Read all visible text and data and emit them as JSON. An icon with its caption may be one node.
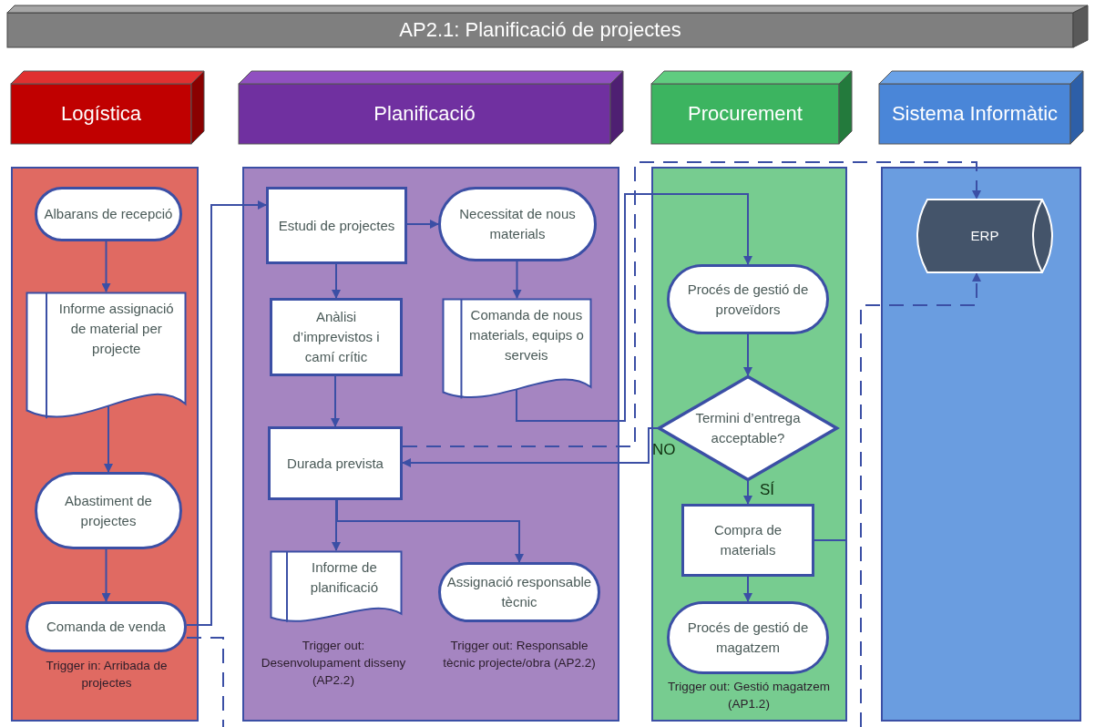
{
  "diagram": {
    "title": "AP2.1: Planificació de projectes",
    "nodes": [
      {
        "text": [
          "Logística"
        ]
      },
      {
        "text": [
          "Planificació"
        ]
      },
      {
        "text": [
          "Procurement"
        ]
      },
      {
        "text": [
          "Sistema Informàtic"
        ]
      },
      {
        "text": [],
        "shape": "box"
      },
      {
        "text": [],
        "shape": "box"
      },
      {
        "text": [],
        "shape": "box"
      },
      {
        "text": [],
        "shape": "box"
      },
      {
        "text": [
          "Albarans de recepció"
        ],
        "in": 4
      },
      {
        "text": [
          "Informe assignació de material per projecte"
        ],
        "in": 4
      },
      {
        "text": [
          "Abastiment de projectes"
        ],
        "in": 4
      },
      {
        "text": [
          "Comanda de venda"
        ],
        "in": 4,
        "beside": [
          "Trigger in: Arribada de projectes"
        ]
      },
      {
        "text": [
          "Estudi de projectes"
        ],
        "in": 5
      },
      {
        "text": [
          "Necessitat de nous materials"
        ],
        "in": 5
      },
      {
        "text": [
          "Anàlisi d’imprevistos i camí crític"
        ],
        "in": 5
      },
      {
        "text": [
          "Comanda de nous materials, equips o serveis"
        ],
        "in": 5
      },
      {
        "text": [
          "Durada prevista"
        ],
        "in": 5
      },
      {
        "text": [
          "Informe de planificació"
        ],
        "in": 5,
        "beside": [
          "Trigger out: Desenvolupament disseny (AP2.2)"
        ]
      },
      {
        "text": [
          "Assignació responsable tècnic"
        ],
        "in": 5,
        "beside": [
          "Trigger out: Responsable tècnic projecte/obra (AP2.2)"
        ]
      },
      {
        "text": [
          "Procés de gestió de proveïdors"
        ],
        "in": 6
      },
      {
        "text": [
          "Termini d’entrega acceptable?"
        ],
        "in": 6
      },
      {
        "text": [
          "Compra de materials"
        ],
        "in": 6
      },
      {
        "text": [
          "Procés de gestió de magatzem"
        ],
        "in": 6,
        "beside": [
          "Trigger out: Gestió magatzem (AP1.2)"
        ]
      },
      {
        "text": [
          "ERP"
        ],
        "in": 7
      }
    ],
    "edges": [
      {
        "from": 8,
        "to": 9,
        "arrow": "to"
      },
      {
        "from": 9,
        "to": 10,
        "arrow": "to"
      },
      {
        "from": 10,
        "to": 11,
        "arrow": "to"
      },
      {
        "from": 11,
        "to": 12,
        "arrow": "to"
      },
      {
        "from": 12,
        "to": 13,
        "arrow": "to"
      },
      {
        "from": 12,
        "to": 14,
        "arrow": "to"
      },
      {
        "from": 13,
        "to": 15,
        "arrow": "to"
      },
      {
        "from": 14,
        "to": 16,
        "arrow": "to"
      },
      {
        "from": 16,
        "to": 17,
        "arrow": "to"
      },
      {
        "from": 16,
        "to": 18,
        "arrow": "to"
      },
      {
        "from": 15,
        "to": 19,
        "arrow": "to"
      },
      {
        "from": 19,
        "to": 20,
        "arrow": "to"
      },
      {
        "from": 20,
        "to": 16,
        "arrow": "to",
        "label": "NO"
      },
      {
        "from": 20,
        "to": 21,
        "arrow": "to",
        "label": "SÍ"
      },
      {
        "from": 21,
        "to": 22,
        "arrow": "to"
      },
      {
        "from": 16,
        "to": 23,
        "arrow": "to",
        "style": "dashed"
      },
      {
        "from": null,
        "to": 23,
        "arrow": "to",
        "style": "dashed"
      },
      {
        "from": 21,
        "to": null,
        "arrow": "none"
      },
      {
        "from": 11,
        "to": null,
        "arrow": "none",
        "style": "dashed"
      }
    ]
  }
}
